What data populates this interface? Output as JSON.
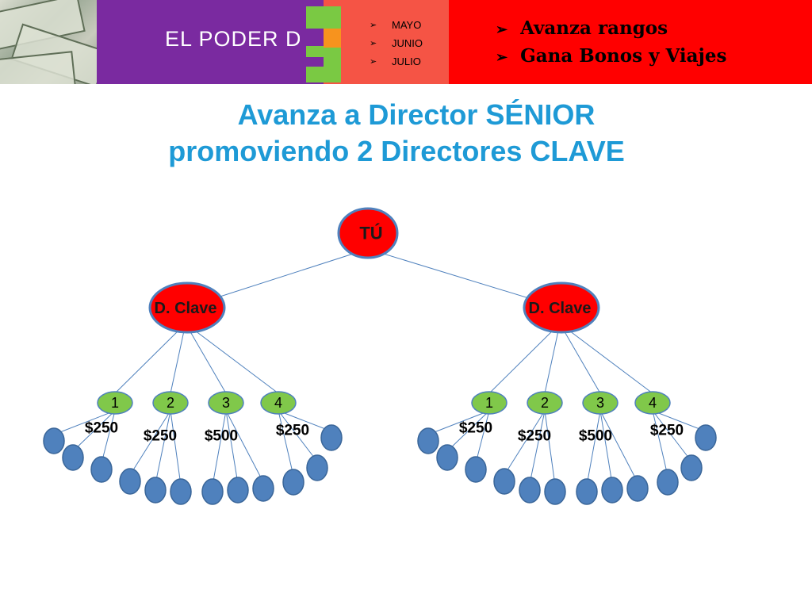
{
  "banner": {
    "title": "EL PODER DE",
    "number": "3",
    "months": [
      "MAYO",
      "JUNIO",
      "JULIO"
    ],
    "perks": [
      "Avanza rangos",
      "Gana Bonos y Viajes"
    ],
    "colors": {
      "purple": "#7a2aa0",
      "coral": "#f55445",
      "red": "#ff0000",
      "three_green": "#7ac943",
      "three_orange": "#f7931e"
    }
  },
  "headline": {
    "line1": "Avanza a Director SÉNIOR",
    "line2": "promoviendo 2 Directores CLAVE",
    "color": "#1e9ad6"
  },
  "tree": {
    "root": {
      "label": "TÚ",
      "color": "#ff0000"
    },
    "branches": [
      {
        "label": "D. Clave",
        "sublevels": [
          {
            "label": "1",
            "amount": "$250"
          },
          {
            "label": "2",
            "amount": "$250"
          },
          {
            "label": "3",
            "amount": "$500"
          },
          {
            "label": "4",
            "amount": "$250"
          }
        ]
      },
      {
        "label": "D. Clave",
        "sublevels": [
          {
            "label": "1",
            "amount": "$250"
          },
          {
            "label": "2",
            "amount": "$250"
          },
          {
            "label": "3",
            "amount": "$500"
          },
          {
            "label": "4",
            "amount": "$250"
          }
        ]
      }
    ],
    "colors": {
      "director": "#ff0000",
      "sublevel": "#80c84a",
      "leaf": "#4f81bd"
    }
  }
}
